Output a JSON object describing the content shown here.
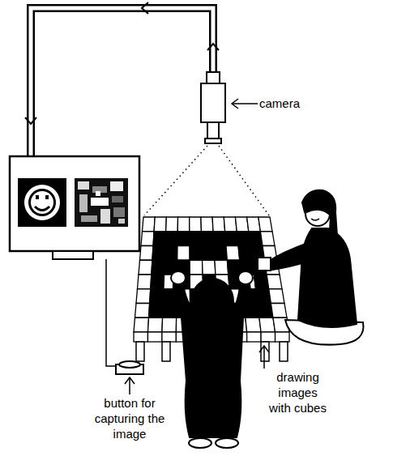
{
  "diagram": {
    "labels": [
      "camera",
      "button for capturing the image",
      "drawing images with cubes"
    ]
  }
}
